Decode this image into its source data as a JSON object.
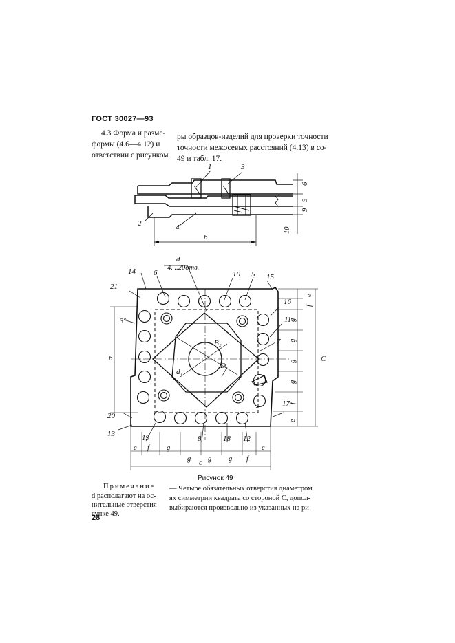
{
  "header": "ГОСТ 30027—93",
  "left_column": [
    "4.3 Форма и разме-",
    "формы (4.6—4.12) и",
    "ответствии с рисунком"
  ],
  "right_column": [
    "ры образцов-изделий для проверки точности",
    "точности межосевых расстояний (4.13) в со-",
    "49 и табл. 17."
  ],
  "figure": {
    "top_labels": {
      "n1": "1",
      "n2": "2",
      "n3": "3",
      "n4": "4",
      "b": "b",
      "d6": "6",
      "d9a": "9",
      "d9b": "9",
      "d10": "10"
    },
    "main_labels": {
      "d": "d",
      "holes": "4. ..20отв.",
      "n5": "5",
      "n6": "6",
      "n7": "7",
      "n8": "8",
      "n10": "10",
      "n11": "11",
      "n12": "12",
      "n13": "13",
      "n14": "14",
      "n15": "15",
      "n16": "16",
      "n17": "17",
      "n18": "18",
      "n19": "19",
      "n20": "20",
      "n21": "21",
      "angle": "3°",
      "b": "b",
      "B2": "B₂",
      "D": "D",
      "d1": "d₁",
      "C": "C",
      "bottom_dims": [
        "e",
        "f",
        "g",
        "g",
        "g",
        "g",
        "f",
        "e"
      ],
      "c": "c",
      "right_dims": [
        "e",
        "f",
        "g",
        "g",
        "g",
        "g",
        "f",
        "e"
      ]
    }
  },
  "caption": "Рисунок 49",
  "note_left": [
    "Примечание",
    "d располагают на ос-",
    "нительные отверстия",
    "сунке 49."
  ],
  "note_right": [
    "— Четыре обязательных отверстия диаметром",
    "ях симметрии квадрата со стороной C, допол-",
    "выбираются произвольно из указанных на ри-"
  ],
  "page_number": "28"
}
